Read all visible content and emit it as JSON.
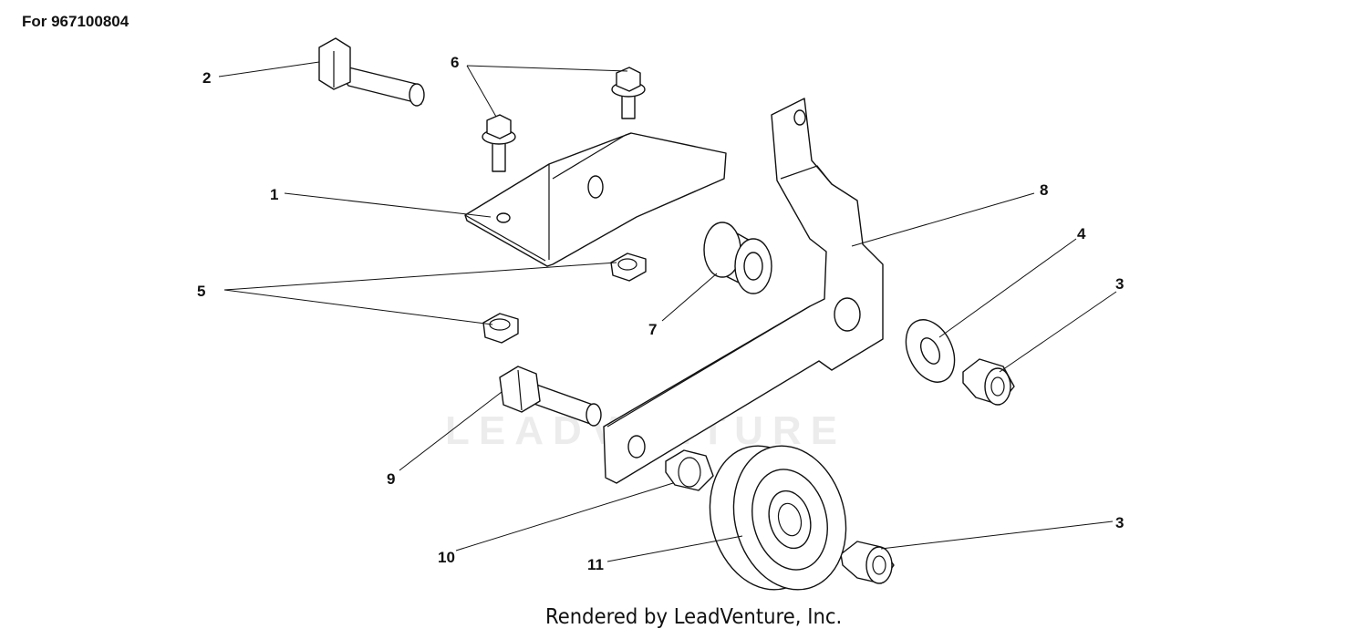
{
  "header": {
    "title": "For 967100804"
  },
  "watermark": {
    "text": "LEADVENTURE"
  },
  "footer": {
    "text": "Rendered by LeadVenture, Inc."
  },
  "callouts": [
    "1",
    "2",
    "3",
    "3",
    "4",
    "5",
    "6",
    "7",
    "8",
    "9",
    "10",
    "11"
  ],
  "parts": [
    {
      "number": "1",
      "name": "bracket"
    },
    {
      "number": "2",
      "name": "bolt"
    },
    {
      "number": "3",
      "name": "lock nut"
    },
    {
      "number": "4",
      "name": "washer"
    },
    {
      "number": "5",
      "name": "nut"
    },
    {
      "number": "6",
      "name": "flange bolt"
    },
    {
      "number": "7",
      "name": "spacer"
    },
    {
      "number": "8",
      "name": "idler arm"
    },
    {
      "number": "9",
      "name": "bolt"
    },
    {
      "number": "10",
      "name": "nut"
    },
    {
      "number": "11",
      "name": "idler pulley"
    }
  ],
  "colors": {
    "line": "#111111",
    "watermark": "#000000",
    "background": "#ffffff"
  }
}
